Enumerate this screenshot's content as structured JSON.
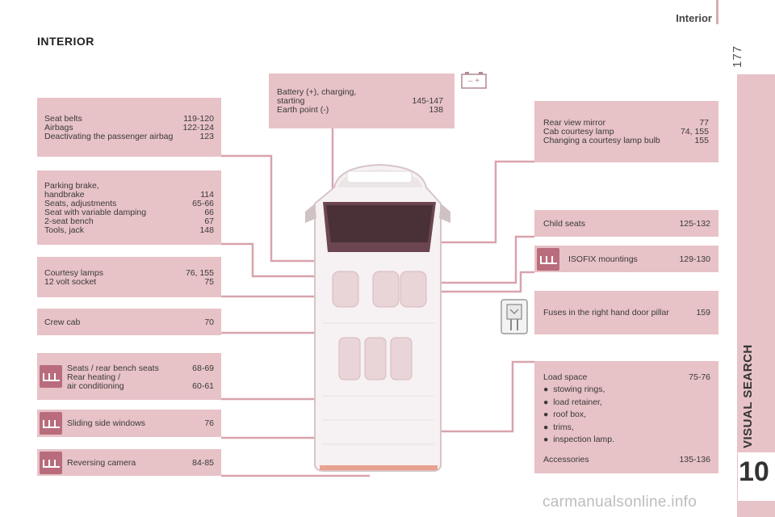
{
  "header": {
    "title": "Interior",
    "page_number": "177"
  },
  "side": {
    "section": "VISUAL SEARCH",
    "chapter": "10"
  },
  "heading": "INTERIOR",
  "left_boxes": {
    "seat_belts": [
      {
        "label": "Seat belts",
        "pages": "119-120"
      },
      {
        "label": "Airbags",
        "pages": "122-124"
      },
      {
        "label": "Deactivating the passenger airbag",
        "pages": "123"
      }
    ],
    "parking": [
      {
        "label": "Parking brake,",
        "pages": ""
      },
      {
        "label": "handbrake",
        "pages": "114"
      },
      {
        "label": "Seats, adjustments",
        "pages": "65-66"
      },
      {
        "label": "Seat with variable damping",
        "pages": "66"
      },
      {
        "label": "2-seat bench",
        "pages": "67"
      },
      {
        "label": "Tools, jack",
        "pages": "148"
      }
    ],
    "courtesy": [
      {
        "label": "Courtesy lamps",
        "pages": "76, 155"
      },
      {
        "label": "12 volt socket",
        "pages": "75"
      }
    ],
    "crew_cab": {
      "label": "Crew cab",
      "pages": "70"
    },
    "seats_rear": [
      {
        "label": "Seats / rear bench seats",
        "pages": "68-69"
      },
      {
        "label": "Rear heating /",
        "pages": ""
      },
      {
        "label": "air conditioning",
        "pages": "60-61"
      }
    ],
    "sliding": {
      "label": "Sliding side windows",
      "pages": "76"
    },
    "camera": {
      "label": "Reversing camera",
      "pages": "84-85"
    }
  },
  "battery_box": [
    {
      "label": "Battery (+), charging,",
      "pages": ""
    },
    {
      "label": "starting",
      "pages": "145-147"
    },
    {
      "label": "Earth point (-)",
      "pages": "138"
    }
  ],
  "battery_icon_text": "– +",
  "right_boxes": {
    "mirror": [
      {
        "label": "Rear view mirror",
        "pages": "77"
      },
      {
        "label": "Cab courtesy lamp",
        "pages": "74, 155"
      },
      {
        "label": "Changing a courtesy lamp bulb",
        "pages": "155"
      }
    ],
    "child_seats": {
      "label": "Child seats",
      "pages": "125-132"
    },
    "isofix": {
      "label": "ISOFIX mountings",
      "pages": "129-130"
    },
    "fuses": {
      "label": "Fuses in the right hand door pillar",
      "pages": "159"
    },
    "load": {
      "title": {
        "label": "Load space",
        "pages": "75-76"
      },
      "bullets": [
        "stowing rings,",
        "load retainer,",
        "roof box,",
        "trims,",
        "inspection lamp."
      ],
      "accessories": {
        "label": "Accessories",
        "pages": "135-136"
      }
    }
  },
  "watermark": "carmanualsonline.info",
  "colors": {
    "box": "#e7c2c7",
    "icon": "#b96c7c",
    "line": "#d9a3ad"
  }
}
